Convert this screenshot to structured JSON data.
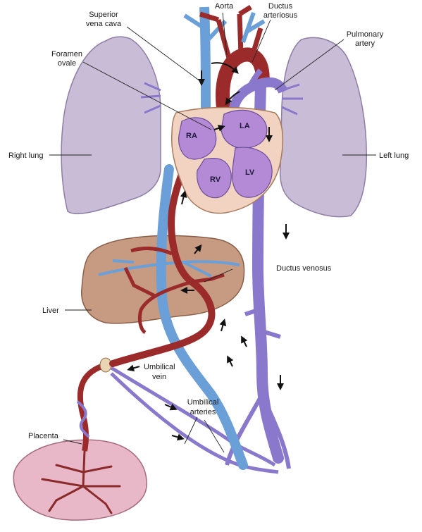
{
  "labels": {
    "aorta": "Aorta",
    "superior_vena_cava_1": "Superior",
    "superior_vena_cava_2": "vena cava",
    "ductus_arteriosus_1": "Ductus",
    "ductus_arteriosus_2": "arteriosus",
    "pulmonary_artery_1": "Pulmonary",
    "pulmonary_artery_2": "artery",
    "foramen_ovale_1": "Foramen",
    "foramen_ovale_2": "ovale",
    "right_lung": "Right lung",
    "left_lung": "Left lung",
    "ductus_venosus": "Ductus venosus",
    "liver": "Liver",
    "umbilical_vein_1": "Umbilical",
    "umbilical_vein_2": "vein",
    "umbilical_arteries_1": "Umbilical",
    "umbilical_arteries_2": "arteries",
    "placenta": "Placenta"
  },
  "chambers": {
    "ra": "RA",
    "la": "LA",
    "rv": "RV",
    "lv": "LV"
  },
  "colors": {
    "oxygenated_red": "#9b2a2a",
    "deoxygenated_blue": "#6a9fd8",
    "mixed_purple": "#8a78cc",
    "lung": "#c9bcd6",
    "liver": "#c79a82",
    "placenta": "#e8b8c8",
    "heart": "#f2d3c2",
    "chamber": "#b48ad6"
  }
}
